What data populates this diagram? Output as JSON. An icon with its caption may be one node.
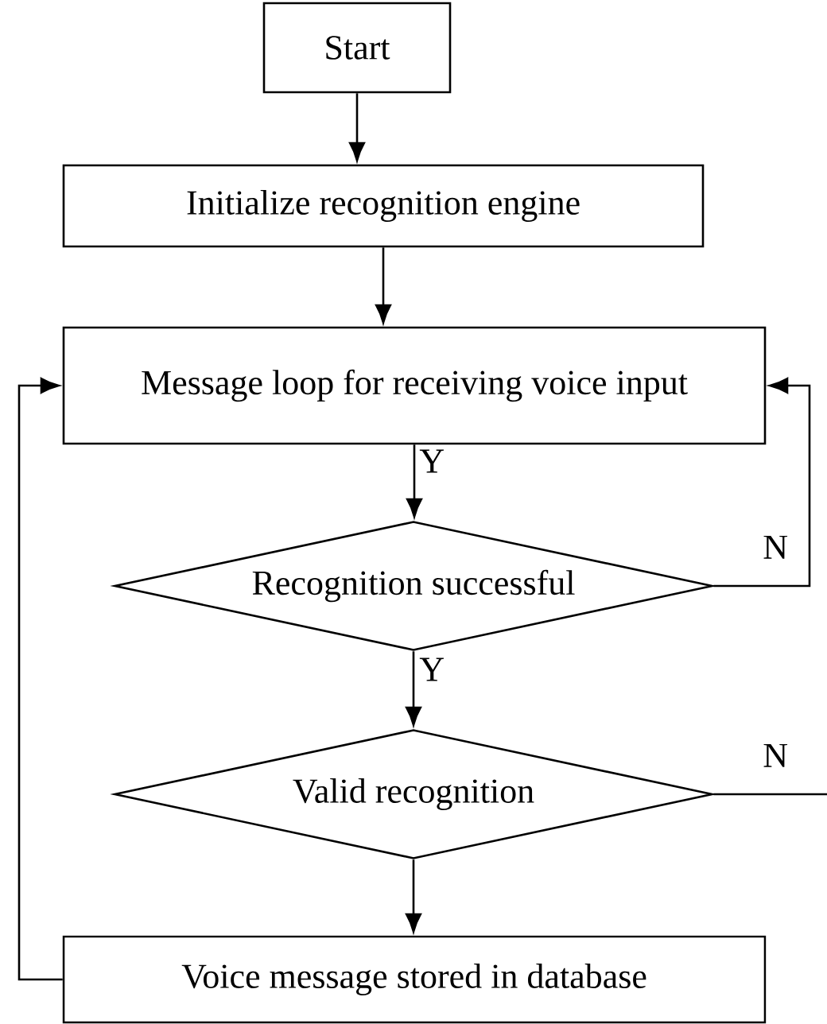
{
  "diagram": {
    "nodes": [
      {
        "text": [
          "Start"
        ]
      },
      {
        "text": [
          "Initialize recognition engine"
        ]
      },
      {
        "text": [
          "Message loop for receiving voice input"
        ]
      },
      {
        "text": [
          "Recognition successful"
        ]
      },
      {
        "text": [
          "Valid recognition"
        ]
      },
      {
        "text": [
          "Voice message stored in database"
        ]
      }
    ],
    "edges": [
      {
        "from": 0,
        "to": 1,
        "arrow": "to"
      },
      {
        "from": 1,
        "to": 2,
        "arrow": "to"
      },
      {
        "from": 2,
        "to": 3,
        "arrow": "to",
        "label": "Y"
      },
      {
        "from": 3,
        "to": 4,
        "arrow": "to",
        "label": "Y"
      },
      {
        "from": 4,
        "to": 5,
        "arrow": "to"
      },
      {
        "from": 3,
        "to": 2,
        "arrow": "to",
        "label": "N"
      },
      {
        "from": 4,
        "to": null,
        "arrow": "none",
        "label": "N"
      },
      {
        "from": 5,
        "to": 2,
        "arrow": "to"
      }
    ]
  }
}
